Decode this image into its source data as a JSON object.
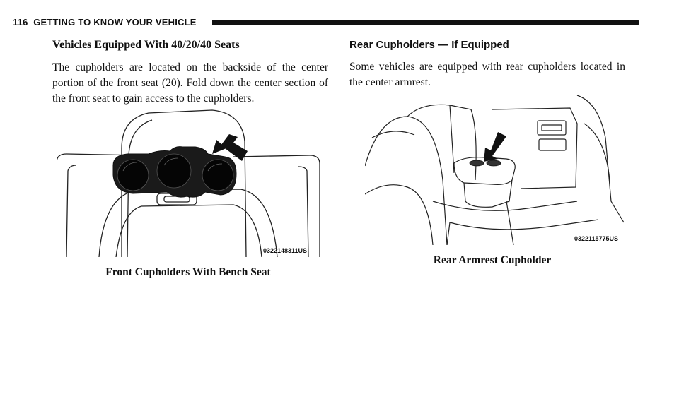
{
  "header": {
    "page_number": "116",
    "section_title": "GETTING TO KNOW YOUR VEHICLE"
  },
  "left_column": {
    "heading": "Vehicles Equipped With 40/20/40 Seats",
    "paragraph": "The cupholders are located on the backside of the center portion of the front seat (20). Fold down the center section of the front seat to gain access to the cupholders.",
    "figure_code": "0322148311US",
    "caption": "Front Cupholders With Bench Seat"
  },
  "right_column": {
    "heading": "Rear Cupholders — If Equipped",
    "paragraph": "Some vehicles are equipped with rear cupholders located in the center armrest.",
    "figure_code": "0322115775US",
    "caption": "Rear Armrest Cupholder"
  }
}
